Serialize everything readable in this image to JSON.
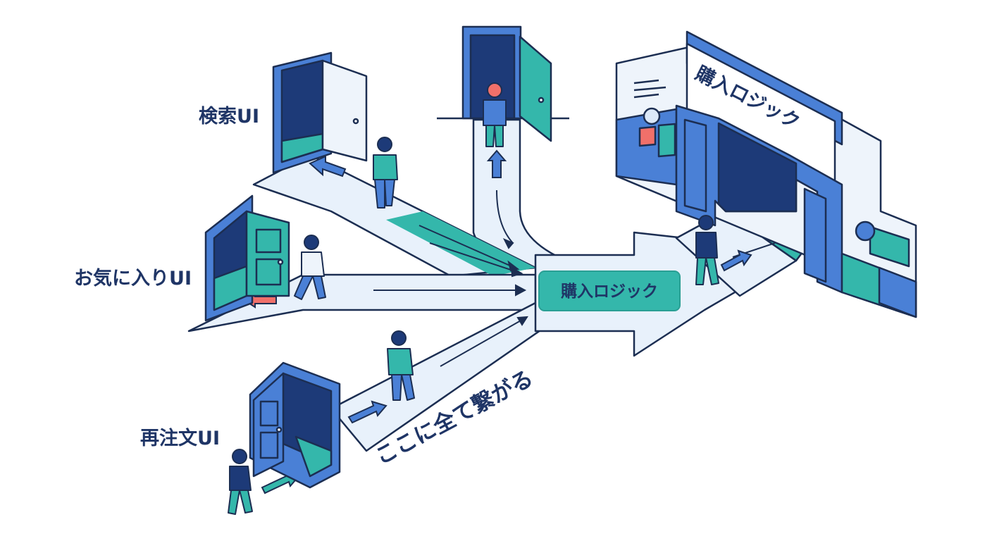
{
  "labels": {
    "search_ui": "検索UI",
    "favorites_ui": "お気に入りUI",
    "reorder_ui": "再注文UI",
    "center_node": "購入ロジック",
    "building_sign": "購入ロジック",
    "caption": "ここに全て繋がる"
  },
  "colors": {
    "navy": "#1f3566",
    "dark_blue": "#1d3a78",
    "blue": "#4a80d6",
    "light_blue": "#dbe8f8",
    "teal": "#34b7ab",
    "teal_dark": "#2a9f94",
    "coral": "#f0706a",
    "path_fill": "#e8f1fb",
    "stroke": "#1c2e52"
  },
  "icons": {
    "doors": "door-icon",
    "people": "person-icon",
    "arrows": "arrow-icon",
    "building": "building-icon"
  }
}
